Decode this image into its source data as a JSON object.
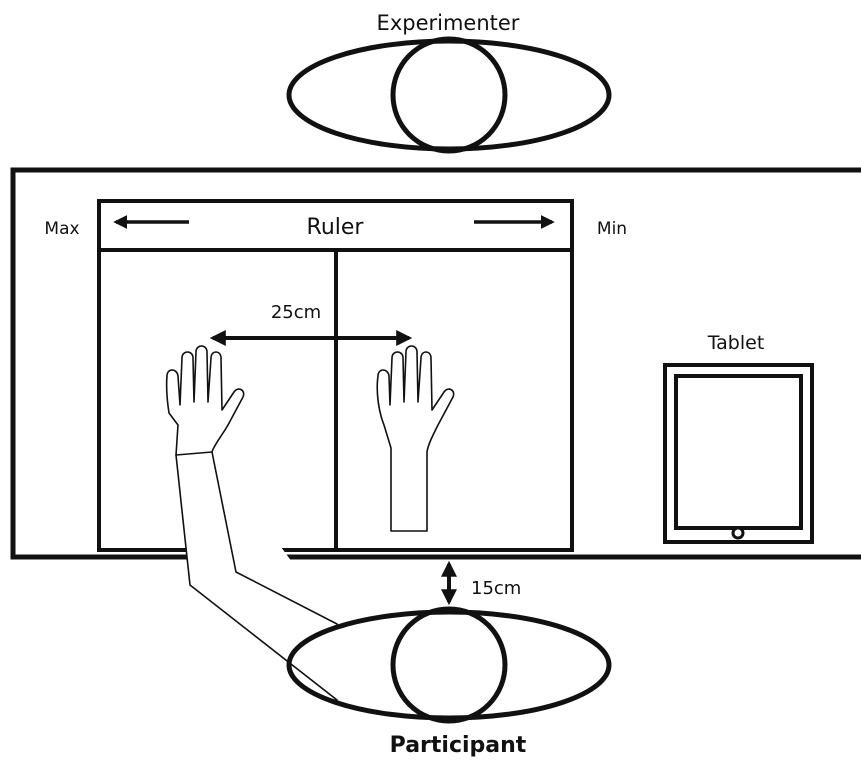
{
  "labels": {
    "experimenter": "Experimenter",
    "participant": "Participant",
    "ruler": "Ruler",
    "max": "Max",
    "min": "Min",
    "distance_hands": "25cm",
    "distance_table": "15cm",
    "tablet": "Tablet"
  },
  "colors": {
    "stroke": "#111111",
    "background": "#ffffff"
  }
}
